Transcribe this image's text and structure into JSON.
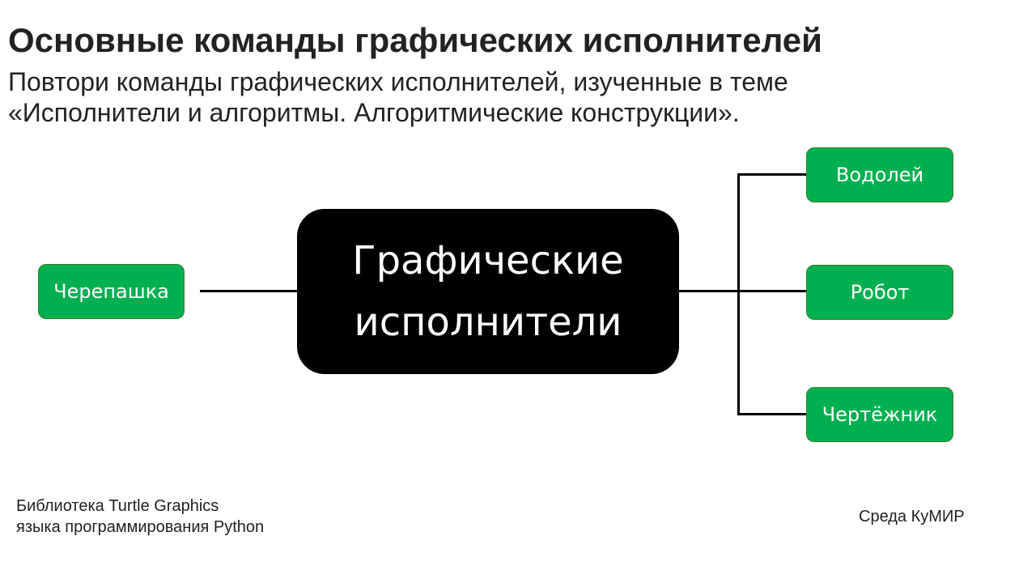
{
  "title": "Основные команды графических исполнителей",
  "subtitle_line1": "Повтори команды графических исполнителей, изученные в теме",
  "subtitle_line2": "«Исполнители и алгоритмы. Алгоритмические конструкции».",
  "diagram": {
    "center_line1": "Графические",
    "center_line2": "исполнители",
    "left": "Черепашка",
    "right": [
      "Водолей",
      "Робот",
      "Чертёжник"
    ],
    "colors": {
      "node": "#00b050",
      "center": "#000000"
    }
  },
  "notes": {
    "left_line1": "Библиотека Turtle Graphics",
    "left_line2": "языка программирования Python",
    "right": "Среда КуМИР"
  }
}
